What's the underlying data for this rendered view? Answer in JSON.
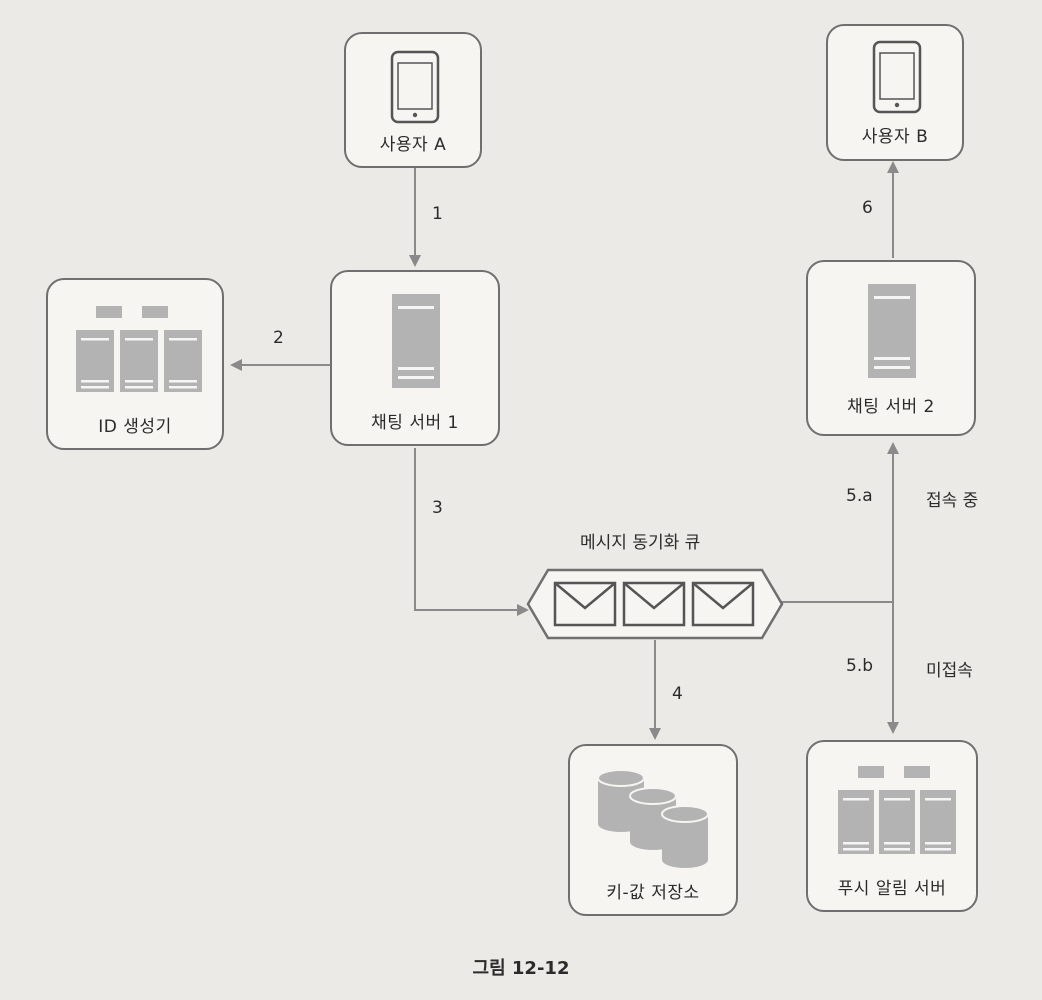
{
  "nodes": {
    "user_a": "사용자 A",
    "user_b": "사용자 B",
    "chat_server_1": "채팅 서버 1",
    "chat_server_2": "채팅 서버 2",
    "id_generator": "ID 생성기",
    "kv_store": "키-값 저장소",
    "push_server": "푸시 알림 서버",
    "message_queue": "메시지 동기화 큐"
  },
  "edges": {
    "e1": "1",
    "e2": "2",
    "e3": "3",
    "e4": "4",
    "e5a": "5.a",
    "e5a_desc": "접속 중",
    "e5b": "5.b",
    "e5b_desc": "미접속",
    "e6": "6"
  },
  "caption": "그림 12-12",
  "icons": [
    "tablet-icon",
    "server-icon",
    "server-rack-icon",
    "envelope-icon",
    "database-icon"
  ]
}
